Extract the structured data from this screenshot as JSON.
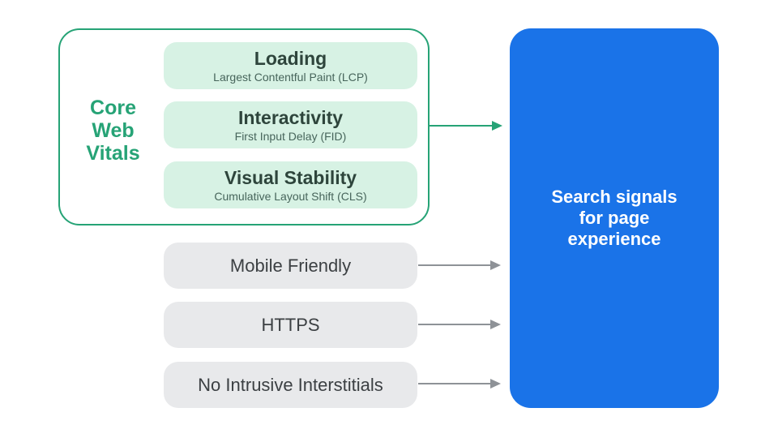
{
  "diagram": {
    "core_web_vitals": {
      "label_lines": [
        "Core",
        "Web",
        "Vitals"
      ],
      "metrics": [
        {
          "title": "Loading",
          "subtitle": "Largest Contentful Paint (LCP)"
        },
        {
          "title": "Interactivity",
          "subtitle": "First Input Delay (FID)"
        },
        {
          "title": "Visual Stability",
          "subtitle": "Cumulative Layout Shift (CLS)"
        }
      ]
    },
    "other_signals": [
      "Mobile Friendly",
      "HTTPS",
      "No Intrusive Interstitials"
    ],
    "result": {
      "lines": [
        "Search signals",
        "for page",
        "experience"
      ]
    },
    "colors": {
      "green": "#26A376",
      "mint_pill_bg": "#D7F2E4",
      "mint_pill_title": "#2E453C",
      "mint_pill_subtitle": "#47655B",
      "gray_pill_bg": "#E8E9EB",
      "gray_pill_text": "#3C4043",
      "arrow_gray": "#8E9297",
      "blue_box_bg": "#1A73E8",
      "blue_box_text": "#FFFFFF",
      "background": "#FFFFFF"
    }
  }
}
